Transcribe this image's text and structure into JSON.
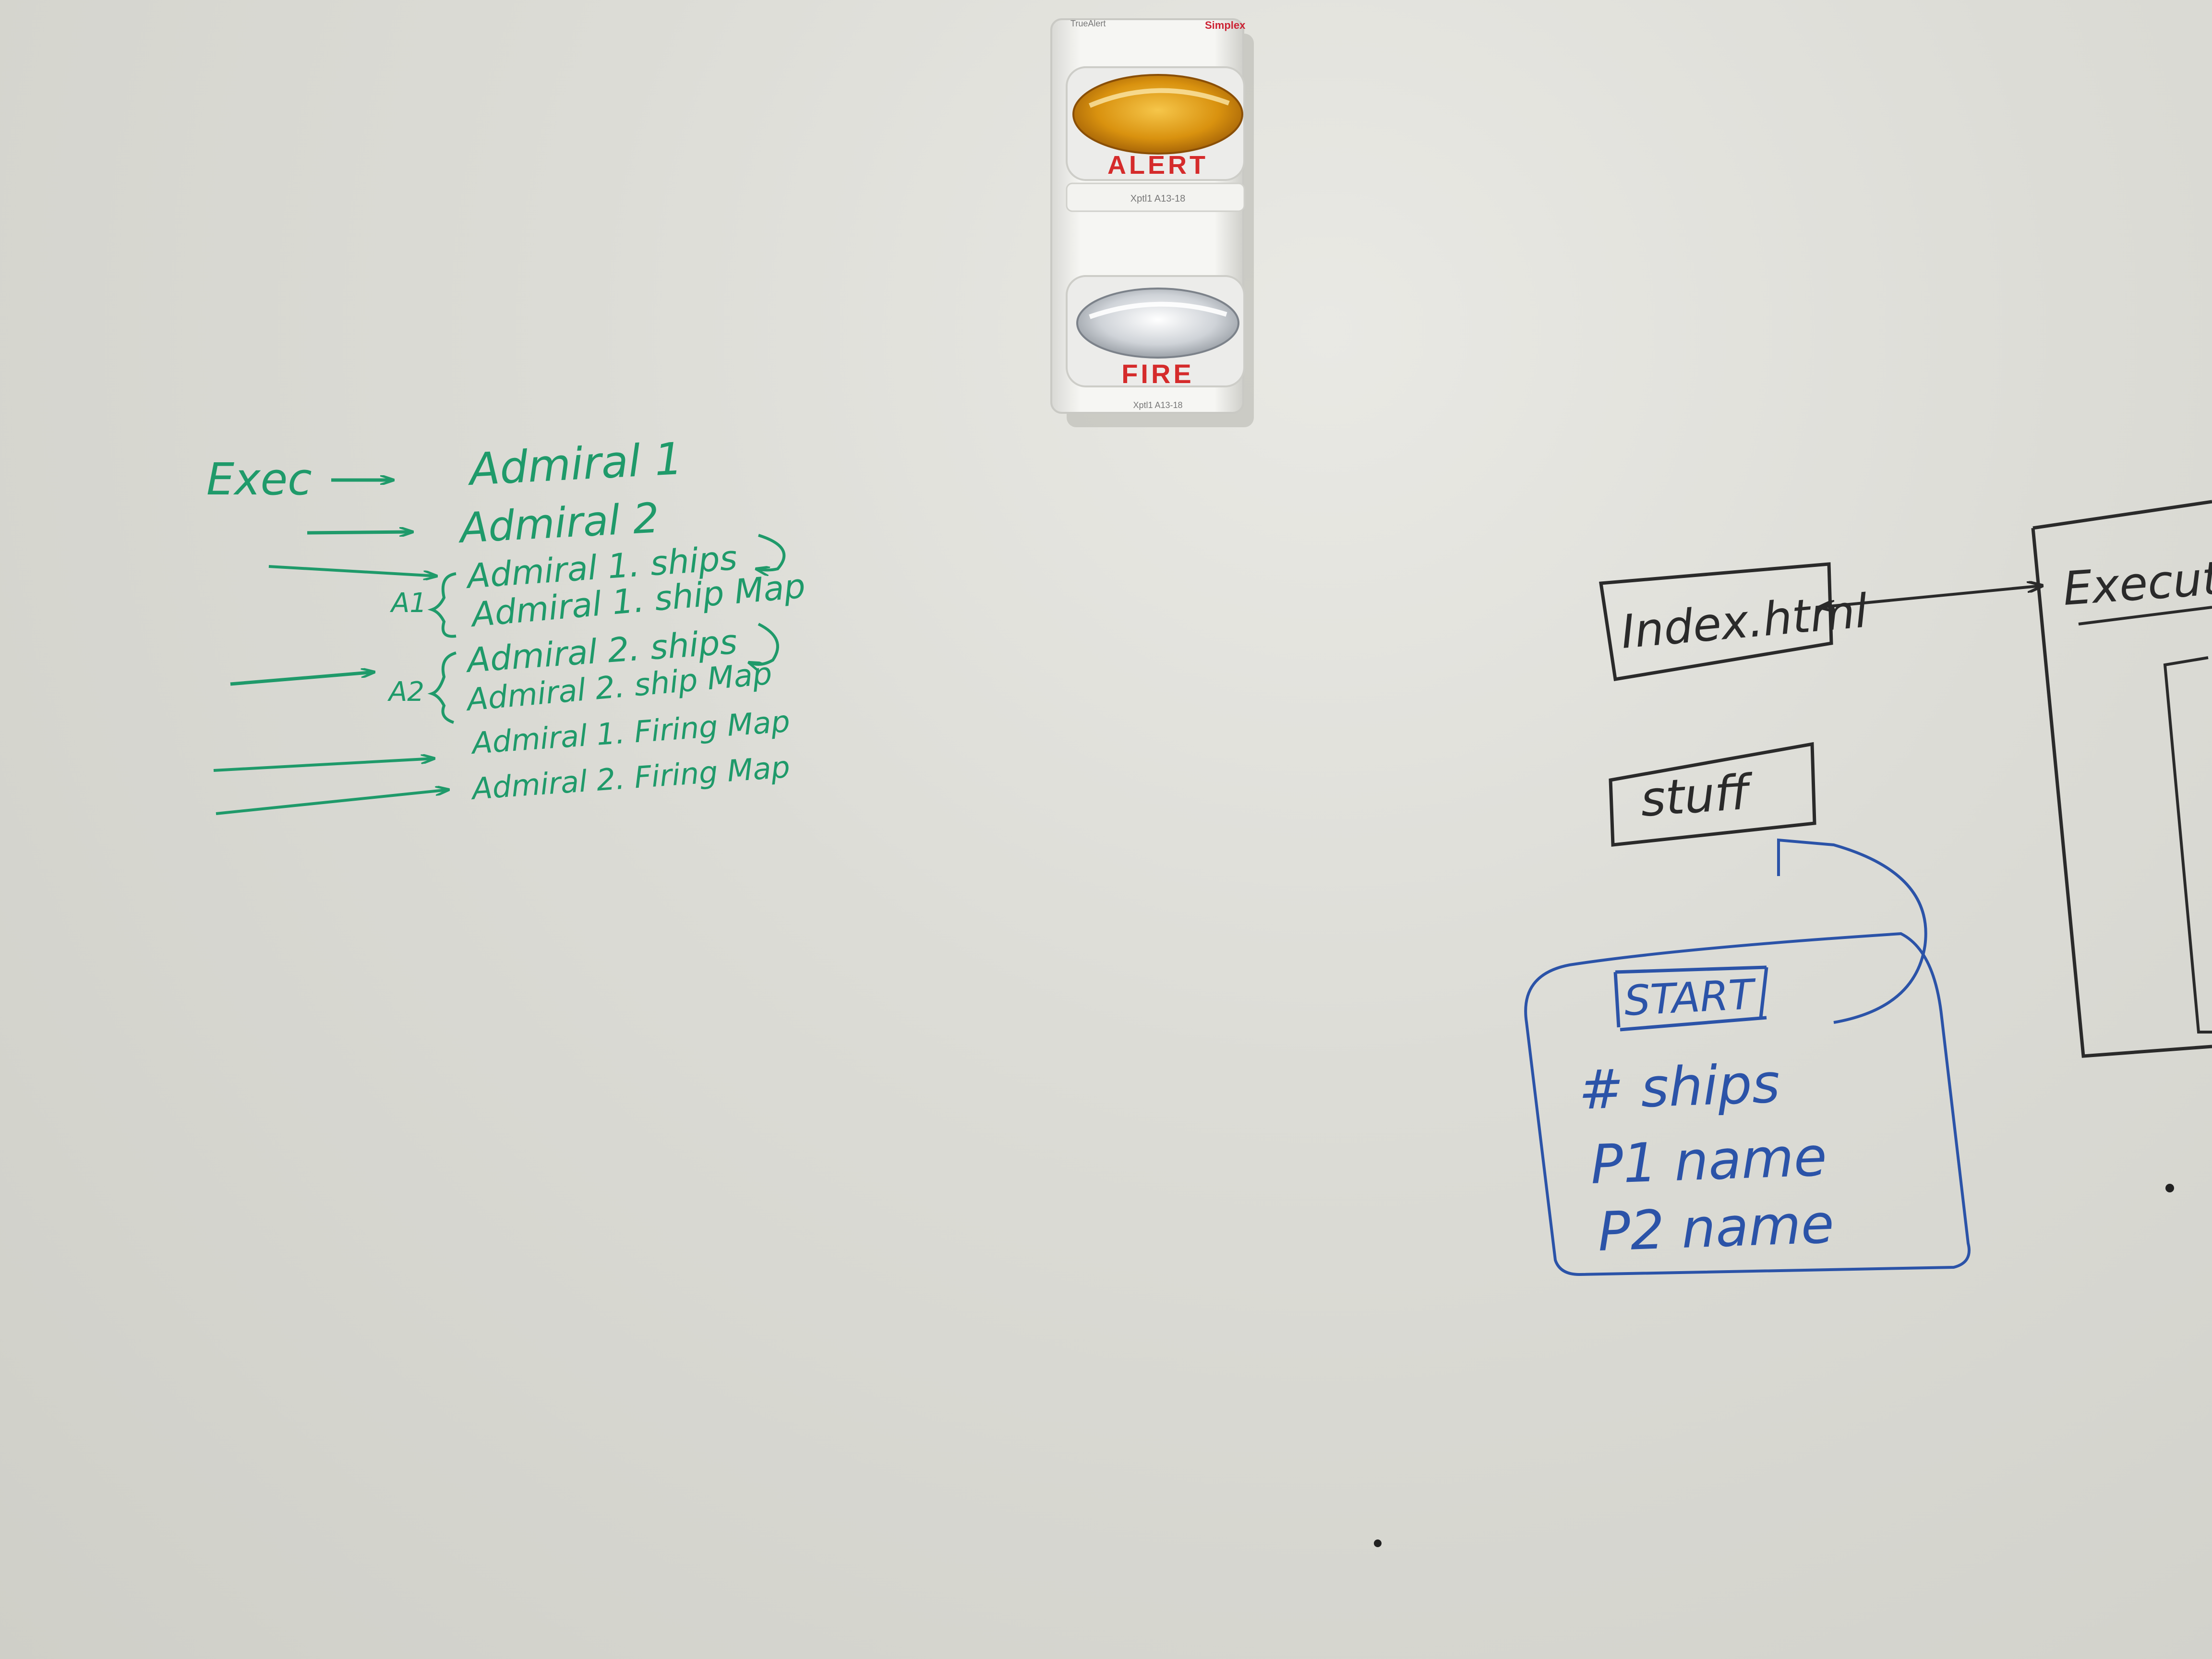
{
  "alarm_device": {
    "brand": "Simplex",
    "series": "TrueAlert",
    "top_label": "ALERT",
    "bottom_label": "FIRE",
    "model_text": "Xptl1 A13-18",
    "colors": {
      "amber_lens": "#e6a51c",
      "clear_lens": "#d9dde2",
      "body": "#f4f4f2",
      "label_red": "#d52b2b"
    }
  },
  "green_notes": {
    "ink_color": "#1f9a6a",
    "exec_label": "Exec",
    "lines": [
      "Admiral 1",
      "Admiral 2",
      "Admiral 1. ships",
      "Admiral 1. ship Map",
      "Admiral 2. ships",
      "Admiral 2. ship Map",
      "Admiral 1. Firing Map",
      "Admiral 2. Firing Map"
    ],
    "group_labels": [
      "A1",
      "A2"
    ]
  },
  "black_diagram": {
    "ink_color": "#2a2a2a",
    "index_box": "Index.html",
    "stuff_box": "stuff",
    "executive_box": "Executiv"
  },
  "blue_diagram": {
    "ink_color": "#2b53a8",
    "start_button": "START",
    "fields": [
      "# ships",
      "P1 name",
      "P2 name"
    ]
  }
}
